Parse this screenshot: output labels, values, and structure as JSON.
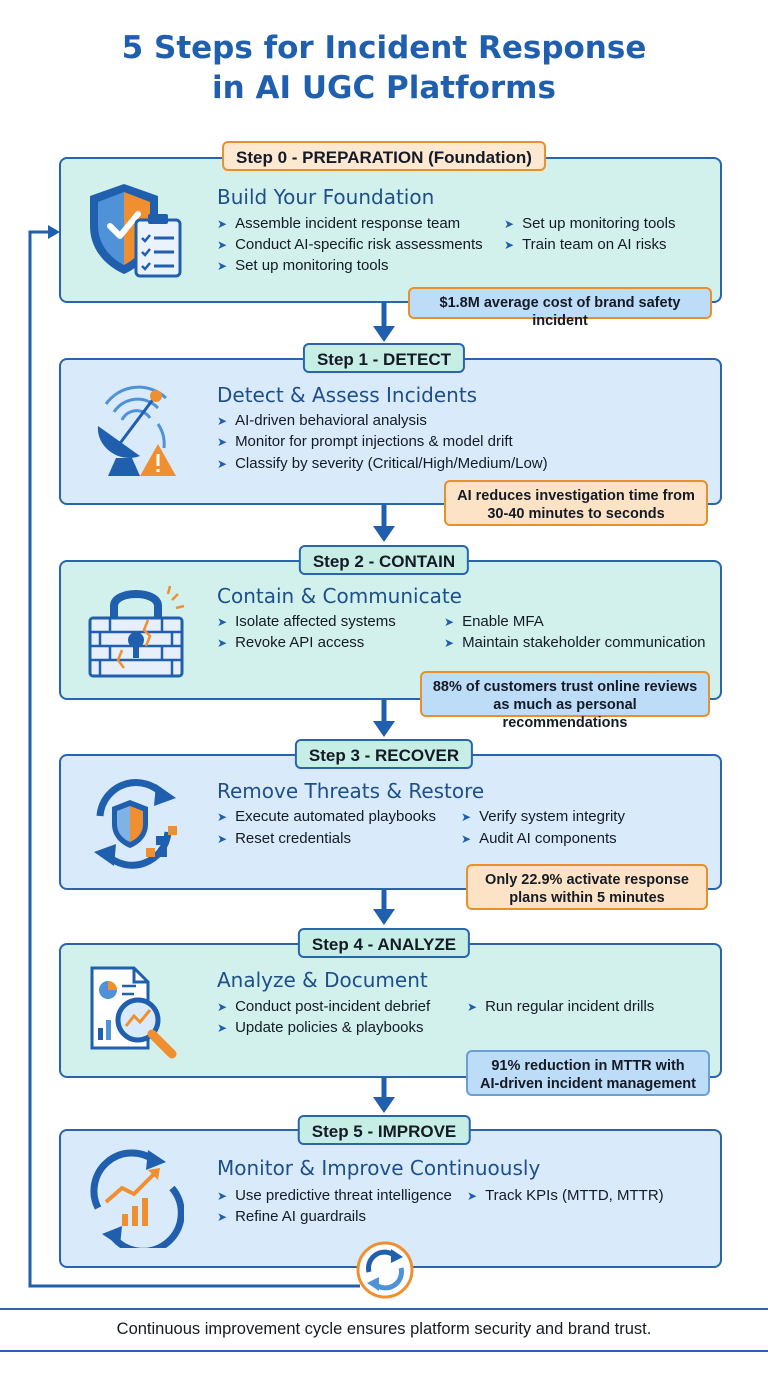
{
  "title": {
    "line1": "5 Steps for Incident Response",
    "line2": "in AI UGC Platforms"
  },
  "steps": [
    {
      "label": "Step 0 - PREPARATION (Foundation)",
      "heading": "Build Your Foundation",
      "items": [
        "Assemble incident response team",
        "Conduct AI-specific risk assessments",
        "Set up monitoring tools",
        "Set up monitoring tools",
        "Train team on AI risks"
      ],
      "note": "$1.8M average cost of brand safety incident",
      "icon": "shield-clipboard-icon"
    },
    {
      "label": "Step 1 - DETECT",
      "heading": "Detect & Assess Incidents",
      "items": [
        "AI-driven behavioral analysis",
        "Monitor for prompt injections & model drift",
        "Classify by severity (Critical/High/Medium/Low)"
      ],
      "note_line1": "AI reduces investigation time from",
      "note_line2": "30-40 minutes to seconds",
      "icon": "satellite-warning-icon"
    },
    {
      "label": "Step 2 - CONTAIN",
      "heading": "Contain & Communicate",
      "items": [
        "Isolate affected systems",
        "Revoke API access",
        "Enable MFA",
        "Maintain stakeholder communication"
      ],
      "note_line1": "88% of customers trust online reviews",
      "note_line2": "as much as personal recommendations",
      "icon": "padlock-wall-icon"
    },
    {
      "label": "Step 3 - RECOVER",
      "heading": "Remove Threats & Restore",
      "items": [
        "Execute automated playbooks",
        "Reset credentials",
        "Verify system integrity",
        "Audit AI components"
      ],
      "note_line1": "Only 22.9% activate response",
      "note_line2": "plans within 5 minutes",
      "icon": "shield-refresh-icon"
    },
    {
      "label": "Step 4 - ANALYZE",
      "heading": "Analyze & Document",
      "items": [
        "Conduct post-incident debrief",
        "Update policies & playbooks",
        "Run regular incident drills"
      ],
      "note_line1": "91% reduction in MTTR with",
      "note_line2": "AI-driven incident management",
      "icon": "report-magnifier-icon"
    },
    {
      "label": "Step 5 - IMPROVE",
      "heading": "Monitor & Improve Continuously",
      "items": [
        "Use predictive threat intelligence",
        "Refine AI guardrails",
        "Track KPIs (MTTD, MTTR)"
      ],
      "icon": "growth-cycle-icon"
    }
  ],
  "footer": "Continuous improvement cycle ensures platform security and brand trust.",
  "colors": {
    "title": "#1f5fae",
    "border": "#2a64ad",
    "green_card": "#d2f1ec",
    "blue_card": "#d9ebfb",
    "accent_orange": "#e8902c"
  }
}
